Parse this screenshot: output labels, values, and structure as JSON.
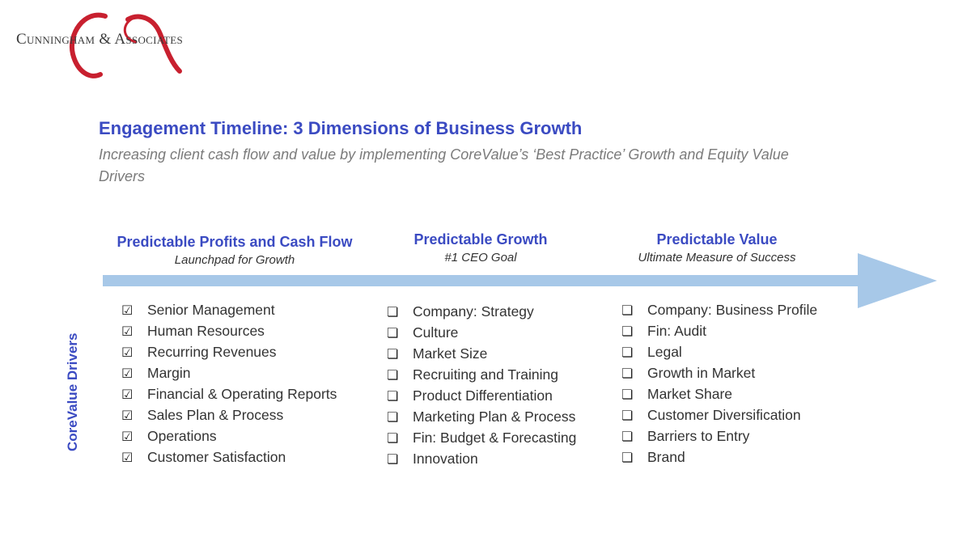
{
  "logo": {
    "text": "Cunningham & Associates",
    "brand_color": "#c8202f"
  },
  "header": {
    "title": "Engagement Timeline: 3 Dimensions of Business Growth",
    "subtitle": "Increasing client cash flow and value by implementing CoreValue’s ‘Best Practice’ Growth and Equity Value Drivers"
  },
  "arrow_color": "#a7c8e8",
  "accent_color": "#3b4bc2",
  "side_label": "CoreValue Drivers",
  "columns": [
    {
      "heading": "Predictable Profits and Cash Flow",
      "subheading": "Launchpad for Growth",
      "checkbox": "☑",
      "checked": true,
      "items": [
        "Senior Management",
        "Human Resources",
        "Recurring Revenues",
        "Margin",
        "Financial & Operating Reports",
        "Sales Plan & Process",
        "Operations",
        "Customer Satisfaction"
      ]
    },
    {
      "heading": "Predictable Growth",
      "subheading": "#1 CEO Goal",
      "checkbox": "❏",
      "checked": false,
      "items": [
        "Company: Strategy",
        "Culture",
        "Market Size",
        "Recruiting and Training",
        "Product Differentiation",
        "Marketing Plan & Process",
        "Fin: Budget & Forecasting",
        "Innovation"
      ]
    },
    {
      "heading": "Predictable Value",
      "subheading": "Ultimate Measure of Success",
      "checkbox": "❏",
      "checked": false,
      "items": [
        "Company: Business Profile",
        "Fin: Audit",
        "Legal",
        "Growth in Market",
        "Market Share",
        "Customer Diversification",
        "Barriers to Entry",
        "Brand"
      ]
    }
  ]
}
